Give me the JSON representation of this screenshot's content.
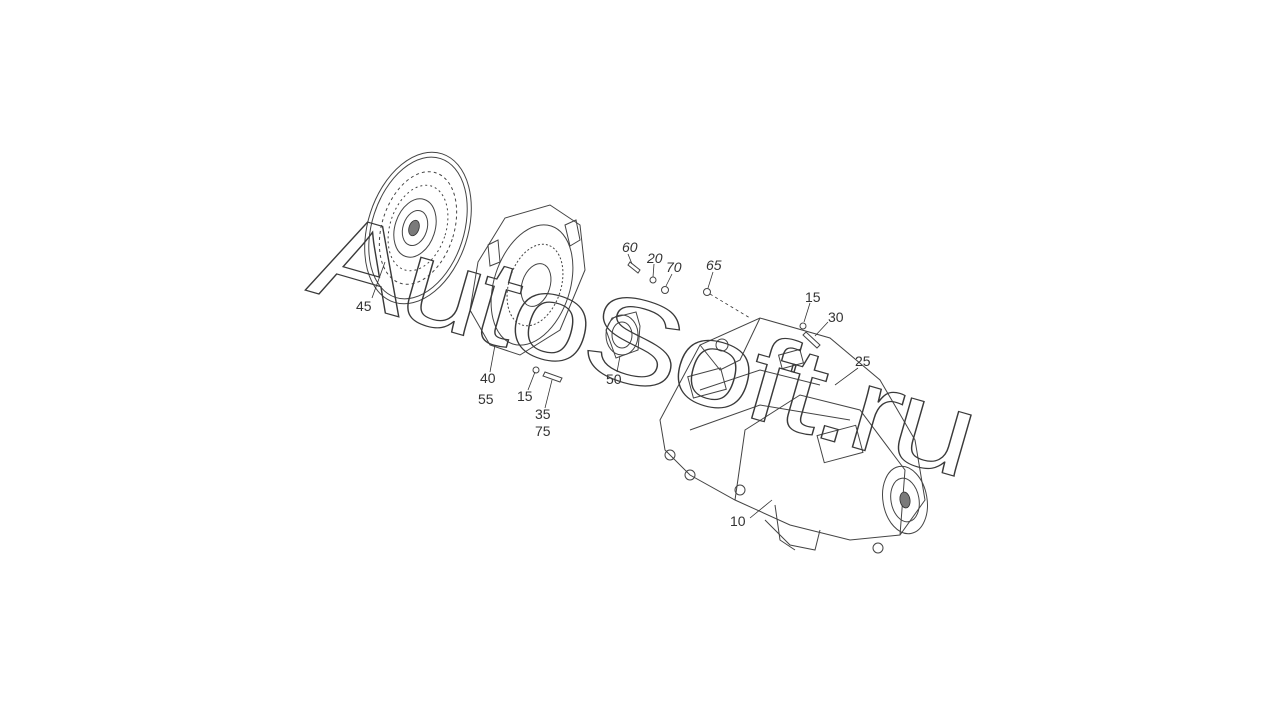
{
  "diagram": {
    "callouts": [
      {
        "id": "45",
        "text": "45",
        "italic": false
      },
      {
        "id": "40",
        "text": "40",
        "italic": false
      },
      {
        "id": "55",
        "text": "55",
        "italic": false
      },
      {
        "id": "15a",
        "text": "15",
        "italic": false
      },
      {
        "id": "35",
        "text": "35",
        "italic": false
      },
      {
        "id": "75",
        "text": "75",
        "italic": false
      },
      {
        "id": "50",
        "text": "50",
        "italic": false
      },
      {
        "id": "60",
        "text": "60",
        "italic": true
      },
      {
        "id": "20",
        "text": "20",
        "italic": true
      },
      {
        "id": "70",
        "text": "70",
        "italic": true
      },
      {
        "id": "65",
        "text": "65",
        "italic": true
      },
      {
        "id": "15b",
        "text": "15",
        "italic": false
      },
      {
        "id": "30",
        "text": "30",
        "italic": false
      },
      {
        "id": "25",
        "text": "25",
        "italic": false
      },
      {
        "id": "10",
        "text": "10",
        "italic": false
      }
    ]
  },
  "watermark": {
    "text": "AutoSoft.ru"
  },
  "colors": {
    "line": "#444444",
    "text": "#333333",
    "background": "#ffffff"
  }
}
